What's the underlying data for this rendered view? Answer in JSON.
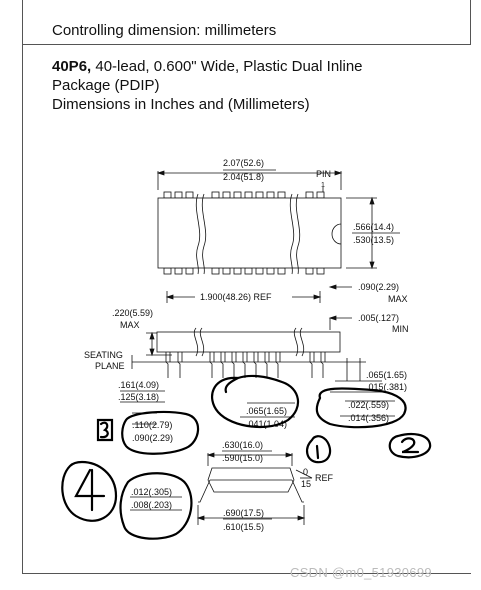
{
  "header": {
    "text": "Controlling dimension: millimeters"
  },
  "package": {
    "code": "40P6,",
    "description_line1": " 40-lead, 0.600\" Wide, Plastic Dual Inline",
    "description_line2": "Package (PDIP)",
    "description_line3": "Dimensions in Inches and (Millimeters)"
  },
  "top_view": {
    "length_max": "2.07(52.6)",
    "length_min": "2.04(51.8)",
    "pin_label": "PIN",
    "pin_number": "1",
    "width_max": ".566(14.4)",
    "width_min": ".530(13.5)",
    "pin_span_ref": "1.900(48.26) REF",
    "standoff_max": ".090(2.29)",
    "standoff_max_label": "MAX"
  },
  "side_view": {
    "height_max": ".220(5.59)",
    "height_max_label": "MAX",
    "lead_gap": ".005(.127)",
    "lead_gap_label": "MIN",
    "seating_line1": "SEATING",
    "seating_line2": "PLANE",
    "body_to_seat_max": ".161(4.09)",
    "body_to_seat_min": ".125(3.18)",
    "lead_len_max": ".110(2.79)",
    "lead_len_min": ".090(2.29)",
    "shoulder_max": ".065(1.65)",
    "shoulder_min": ".041(1.04)",
    "lead_pitch_max": ".065(1.65)",
    "lead_pitch_min": ".015(.381)",
    "lead_width_max": ".022(.559)",
    "lead_width_min": ".014(.356)"
  },
  "end_view": {
    "row_spacing_max": ".630(16.0)",
    "row_spacing_min": ".590(15.0)",
    "angle_min": "0",
    "angle_max": "15",
    "angle_ref": "REF",
    "lead_thick_max": ".012(.305)",
    "lead_thick_min": ".008(.203)",
    "overall_max": ".690(17.5)",
    "overall_min": ".610(15.5)"
  },
  "annotations": {
    "n1": "1",
    "n2": "2",
    "n3": "3",
    "n4": "4"
  },
  "watermark": "CSDN @m0_51930699"
}
